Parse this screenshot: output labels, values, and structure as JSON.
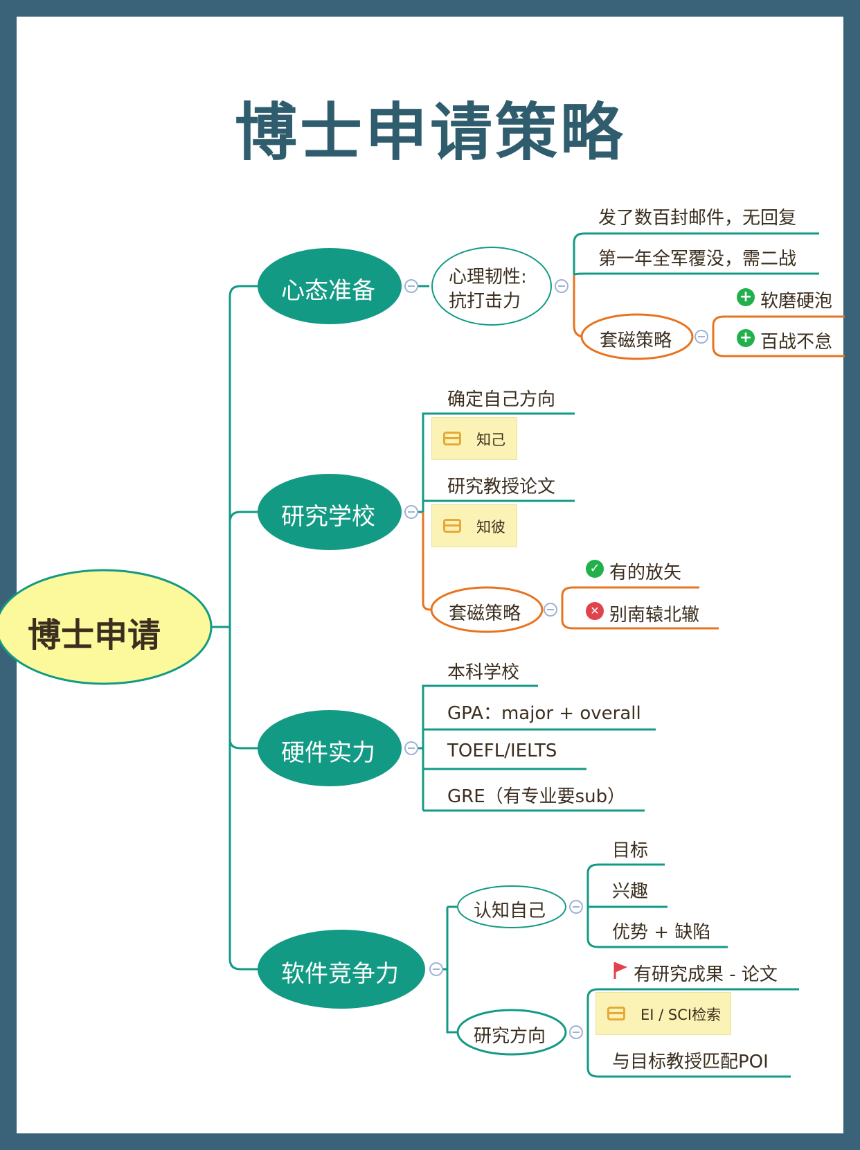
{
  "title": "博士申请策略",
  "root": "博士申请",
  "branches": [
    {
      "label": "心态准备",
      "children": [
        {
          "label_lines": [
            "心理韧性:",
            "抗打击力"
          ],
          "children": [
            {
              "label": "发了数百封邮件，无回复"
            },
            {
              "label": "第一年全军覆没，需二战"
            },
            {
              "label": "套磁策略",
              "children": [
                {
                  "label": "软磨硬泡",
                  "icon": "plus-icon"
                },
                {
                  "label": "百战不怠",
                  "icon": "plus-icon"
                }
              ]
            }
          ]
        }
      ]
    },
    {
      "label": "研究学校",
      "children": [
        {
          "label": "确定自己方向",
          "note": "知己"
        },
        {
          "label": "研究教授论文",
          "note": "知彼"
        },
        {
          "label": "套磁策略",
          "children": [
            {
              "label": "有的放矢",
              "icon": "check-icon"
            },
            {
              "label": "别南辕北辙",
              "icon": "cross-icon"
            }
          ]
        }
      ]
    },
    {
      "label": "硬件实力",
      "children": [
        {
          "label": "本科学校"
        },
        {
          "label": "GPA：major + overall"
        },
        {
          "label": "TOEFL/IELTS"
        },
        {
          "label": "GRE（有专业要sub）"
        }
      ]
    },
    {
      "label": "软件竞争力",
      "children": [
        {
          "label": "认知自己",
          "children": [
            {
              "label": "目标"
            },
            {
              "label": "兴趣"
            },
            {
              "label": "优势 + 缺陷"
            }
          ]
        },
        {
          "label": "研究方向",
          "children": [
            {
              "label": "有研究成果 - 论文",
              "icon": "flag-icon",
              "note": "EI / SCI检索"
            },
            {
              "label": "与目标教授匹配POI"
            }
          ]
        }
      ]
    }
  ],
  "colors": {
    "background": "#3a6278",
    "title": "#2f5d6e",
    "teal": "#129a84",
    "orange": "#e8731e",
    "root_fill": "#fbf99b"
  }
}
